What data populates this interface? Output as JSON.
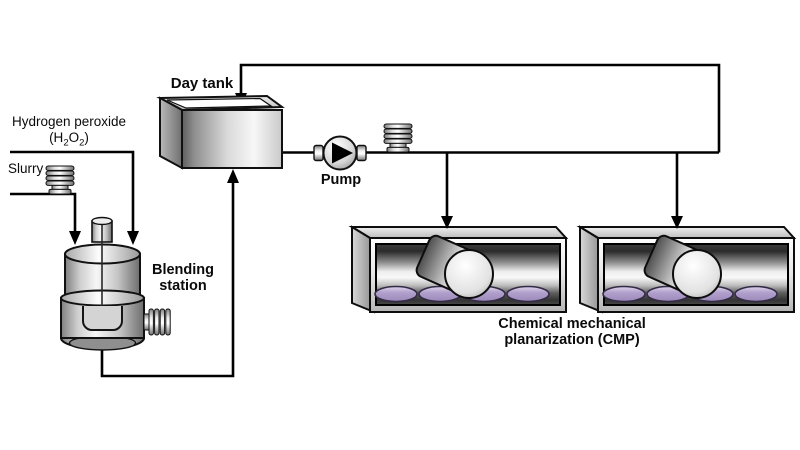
{
  "diagram": {
    "background_color": "#ffffff",
    "line_color": "#000000",
    "labels": {
      "hydrogen_peroxide": "Hydrogen peroxide",
      "h2o2_formula": {
        "open": "(H",
        "sub1": "2",
        "element": "O",
        "sub2": "2",
        "close": ")"
      },
      "slurry": "Slurry",
      "blending_station": "Blending station",
      "day_tank": "Day tank",
      "pump": "Pump",
      "cmp": "Chemical mechanical planarization (CMP)"
    },
    "icons": {
      "valve": "valve-icon",
      "pump": "pump-icon",
      "motor": "mixer-motor-icon",
      "arrow": "flow-arrow-icon"
    },
    "colors": {
      "pad_purple": "#b1a0cc",
      "pad_outline": "#332b45",
      "metal_light": "#f5f5f5",
      "metal_dark": "#5a5a5a"
    }
  }
}
